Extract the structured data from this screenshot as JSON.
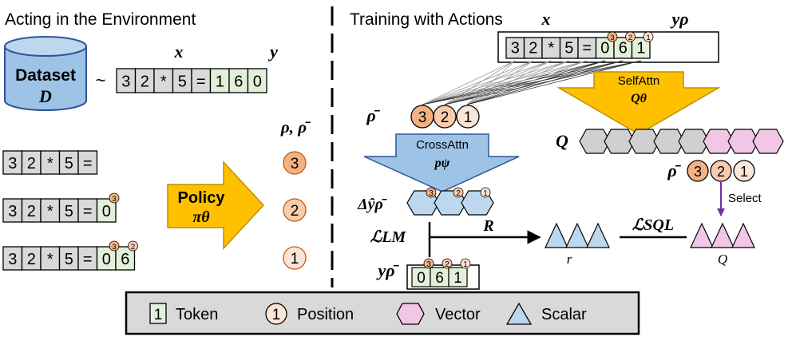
{
  "left": {
    "title": "Acting in the Environment",
    "dataset": {
      "label": "Dataset",
      "symbol": "D"
    },
    "tilde": "~",
    "x_label": "x",
    "y_label": "y",
    "rho_label": "ρ, ρ̄",
    "equation": {
      "x_tokens": [
        "3",
        "2",
        "*",
        "5",
        "="
      ],
      "y_tokens": [
        "1",
        "6",
        "0"
      ]
    },
    "rows": [
      {
        "x_tokens": [
          "3",
          "2",
          "*",
          "5",
          "="
        ],
        "y_tokens": [],
        "marks": []
      },
      {
        "x_tokens": [
          "3",
          "2",
          "*",
          "5",
          "="
        ],
        "y_tokens": [
          "0"
        ],
        "marks": [
          "3"
        ]
      },
      {
        "x_tokens": [
          "3",
          "2",
          "*",
          "5",
          "="
        ],
        "y_tokens": [
          "0",
          "6"
        ],
        "marks": [
          "3",
          "2"
        ]
      }
    ],
    "policy": {
      "label": "Policy",
      "symbol": "πθ"
    },
    "positions": [
      "3",
      "2",
      "1"
    ]
  },
  "right": {
    "title": "Training with Actions",
    "x_label": "x",
    "y_label": "yρ",
    "sequence": {
      "x_tokens": [
        "3",
        "2",
        "*",
        "5",
        "="
      ],
      "y_tokens": [
        "0",
        "6",
        "1"
      ],
      "marks": [
        "3",
        "2",
        "1"
      ]
    },
    "rho_bar": "ρ̄",
    "positions": [
      "3",
      "2",
      "1"
    ],
    "self_attn": {
      "label": "SelfAttn",
      "symbol": "Qθ"
    },
    "cross_attn": {
      "label": "CrossAttn",
      "symbol": "pψ"
    },
    "Q_label": "Q",
    "delta_label": "Δŷρ̄",
    "delta_marks": [
      "3",
      "2",
      "1"
    ],
    "loss_lm": "ℒLM",
    "R_label": "R",
    "loss_sql": "ℒSQL",
    "select_label": "Select",
    "r_label": "r",
    "q_label": "Q",
    "y_bottom_label": "yρ̄",
    "y_bottom_tokens": [
      "0",
      "6",
      "1"
    ],
    "y_bottom_marks": [
      "3",
      "2",
      "1"
    ]
  },
  "legend": {
    "items": [
      {
        "sample": "1",
        "label": "Token"
      },
      {
        "sample": "1",
        "label": "Position"
      },
      {
        "sample": "",
        "label": "Vector"
      },
      {
        "sample": "",
        "label": "Scalar"
      }
    ]
  },
  "colors": {
    "x_token": "#d9d9d9",
    "y_token": "#e2f0d9",
    "pos_3": "#f4b183",
    "pos_2": "#f8cbad",
    "pos_1": "#fbe5d6",
    "policy_arrow": "#ffc000",
    "cross_arrow": "#9dc3e6",
    "vector_pink": "#f2c6e6",
    "vector_gray": "#d0d0d0",
    "vector_blue": "#bdd7ee",
    "scalar": "#bdd7ee",
    "dataset": "#9dc3e6",
    "legend_bg": "#d9d9d9",
    "select_line": "#7030a0"
  }
}
